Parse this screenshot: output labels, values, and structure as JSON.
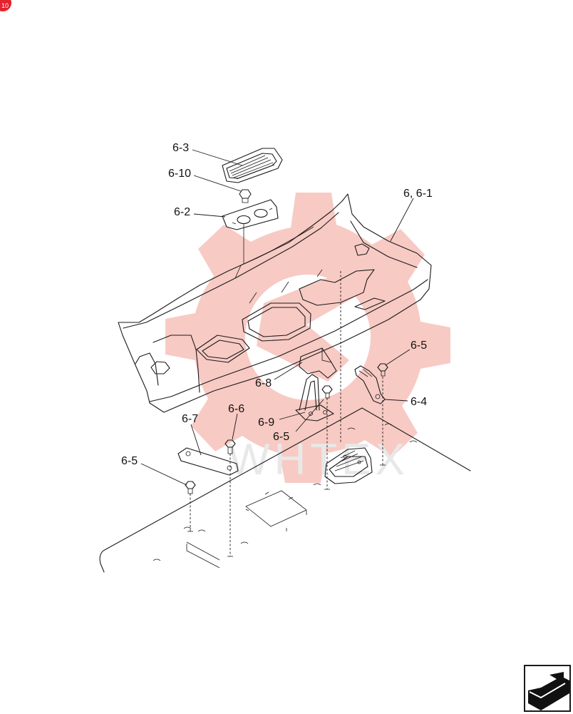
{
  "corner_badge": {
    "text": "10",
    "color": "#e3222f"
  },
  "watermark": {
    "text": "WHTEX",
    "color": "#e8462f"
  },
  "labels": {
    "p6_3": "6-3",
    "p6_10": "6-10",
    "p6_2": "6-2",
    "p6_main": "6, 6-1",
    "p6_5_right": "6-5",
    "p6_8": "6-8",
    "p6_4": "6-4",
    "p6_9": "6-9",
    "p6_5_center": "6-5",
    "p6_7": "6-7",
    "p6_6": "6-6",
    "p6_5_left": "6-5"
  },
  "icons": {
    "nav": "next-page-arrow-icon"
  }
}
